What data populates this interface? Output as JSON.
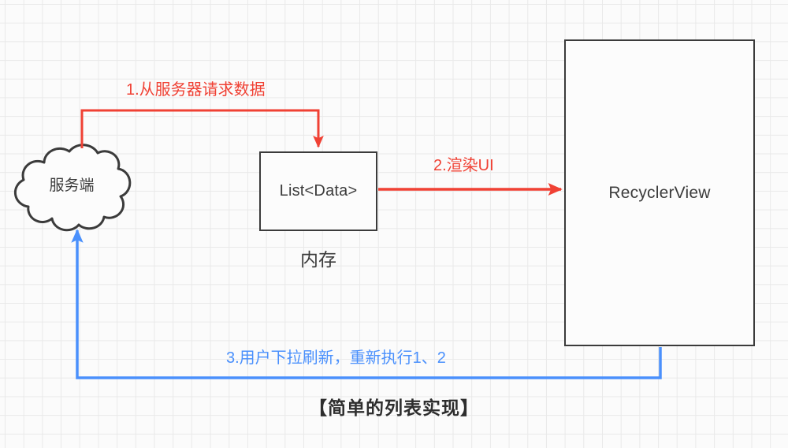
{
  "diagram": {
    "caption": "【简单的列表实现】",
    "colors": {
      "red": "#f04134",
      "blue": "#4a90fc",
      "node_stroke": "#3b3b3b",
      "text": "#3c3c3c",
      "grid": "#e9e9e9",
      "background": "#fbfbfb"
    },
    "nodes": [
      {
        "id": "server",
        "label": "服务端",
        "shape": "cloud"
      },
      {
        "id": "list",
        "label": "List<Data>",
        "shape": "rectangle",
        "sublabel": "内存"
      },
      {
        "id": "recycler",
        "label": "RecyclerView",
        "shape": "rectangle"
      }
    ],
    "node_sublabels": {
      "memory": "内存"
    },
    "edges": [
      {
        "id": "edge1",
        "label": "1.从服务器请求数据",
        "from": "server",
        "to": "list",
        "color": "#f04134"
      },
      {
        "id": "edge2",
        "label": "2.渲染UI",
        "from": "list",
        "to": "recycler",
        "color": "#f04134"
      },
      {
        "id": "edge3",
        "label": "3.用户下拉刷新，重新执行1、2",
        "from": "recycler",
        "to": "server",
        "color": "#4a90fc"
      }
    ]
  }
}
